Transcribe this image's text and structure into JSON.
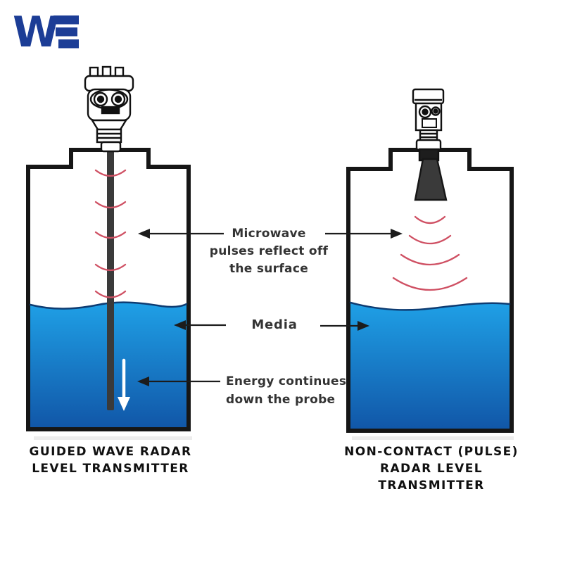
{
  "logo": {
    "letter_w": "W",
    "name": "WE brand logo"
  },
  "annotations": {
    "microwave": "Microwave\npulses reflect off\nthe surface",
    "media": "Media",
    "energy": "Energy continues\ndown the probe"
  },
  "captions": {
    "left": "GUIDED WAVE RADAR\nLEVEL TRANSMITTER",
    "right": "NON-CONTACT (PULSE)\nRADAR LEVEL TRANSMITTER"
  },
  "colors": {
    "brand_blue": "#1c3d96",
    "tank_outline": "#161616",
    "probe_gray": "#3a3a3a",
    "pulse_red": "#cf5063",
    "water_top": "#1fa0e6",
    "water_bottom": "#1157a8",
    "water_line": "#0e3c72",
    "arrow_black": "#1c1c1c"
  }
}
